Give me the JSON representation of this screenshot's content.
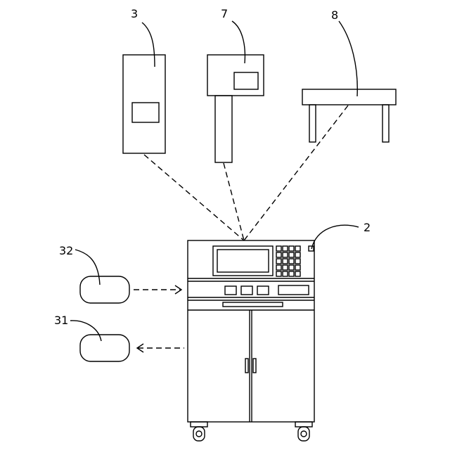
{
  "labels": {
    "device_3": "3",
    "device_7": "7",
    "device_8": "8",
    "machine_2": "2",
    "card_32": "32",
    "card_31": "31"
  },
  "colors": {
    "stroke": "#000000",
    "background": "#ffffff"
  }
}
